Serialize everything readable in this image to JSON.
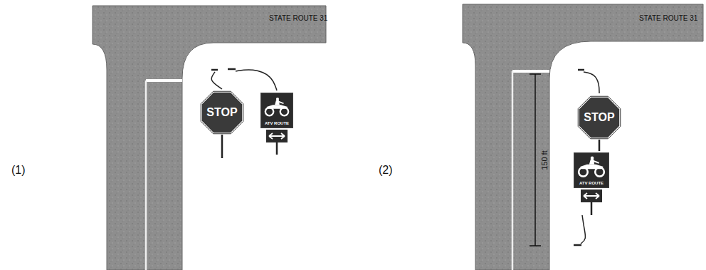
{
  "diagram": {
    "nodes": [
      {
        "text": [
          "STOP"
        ]
      },
      {
        "text": [
          "ATV ROUTE"
        ]
      },
      {
        "text": [
          "STOP"
        ]
      },
      {
        "text": [
          "ATV ROUTE"
        ]
      }
    ],
    "labels": [
      "(1)",
      "STATE ROUTE 31",
      "(2)",
      "STATE ROUTE 31",
      "150 ft"
    ]
  }
}
